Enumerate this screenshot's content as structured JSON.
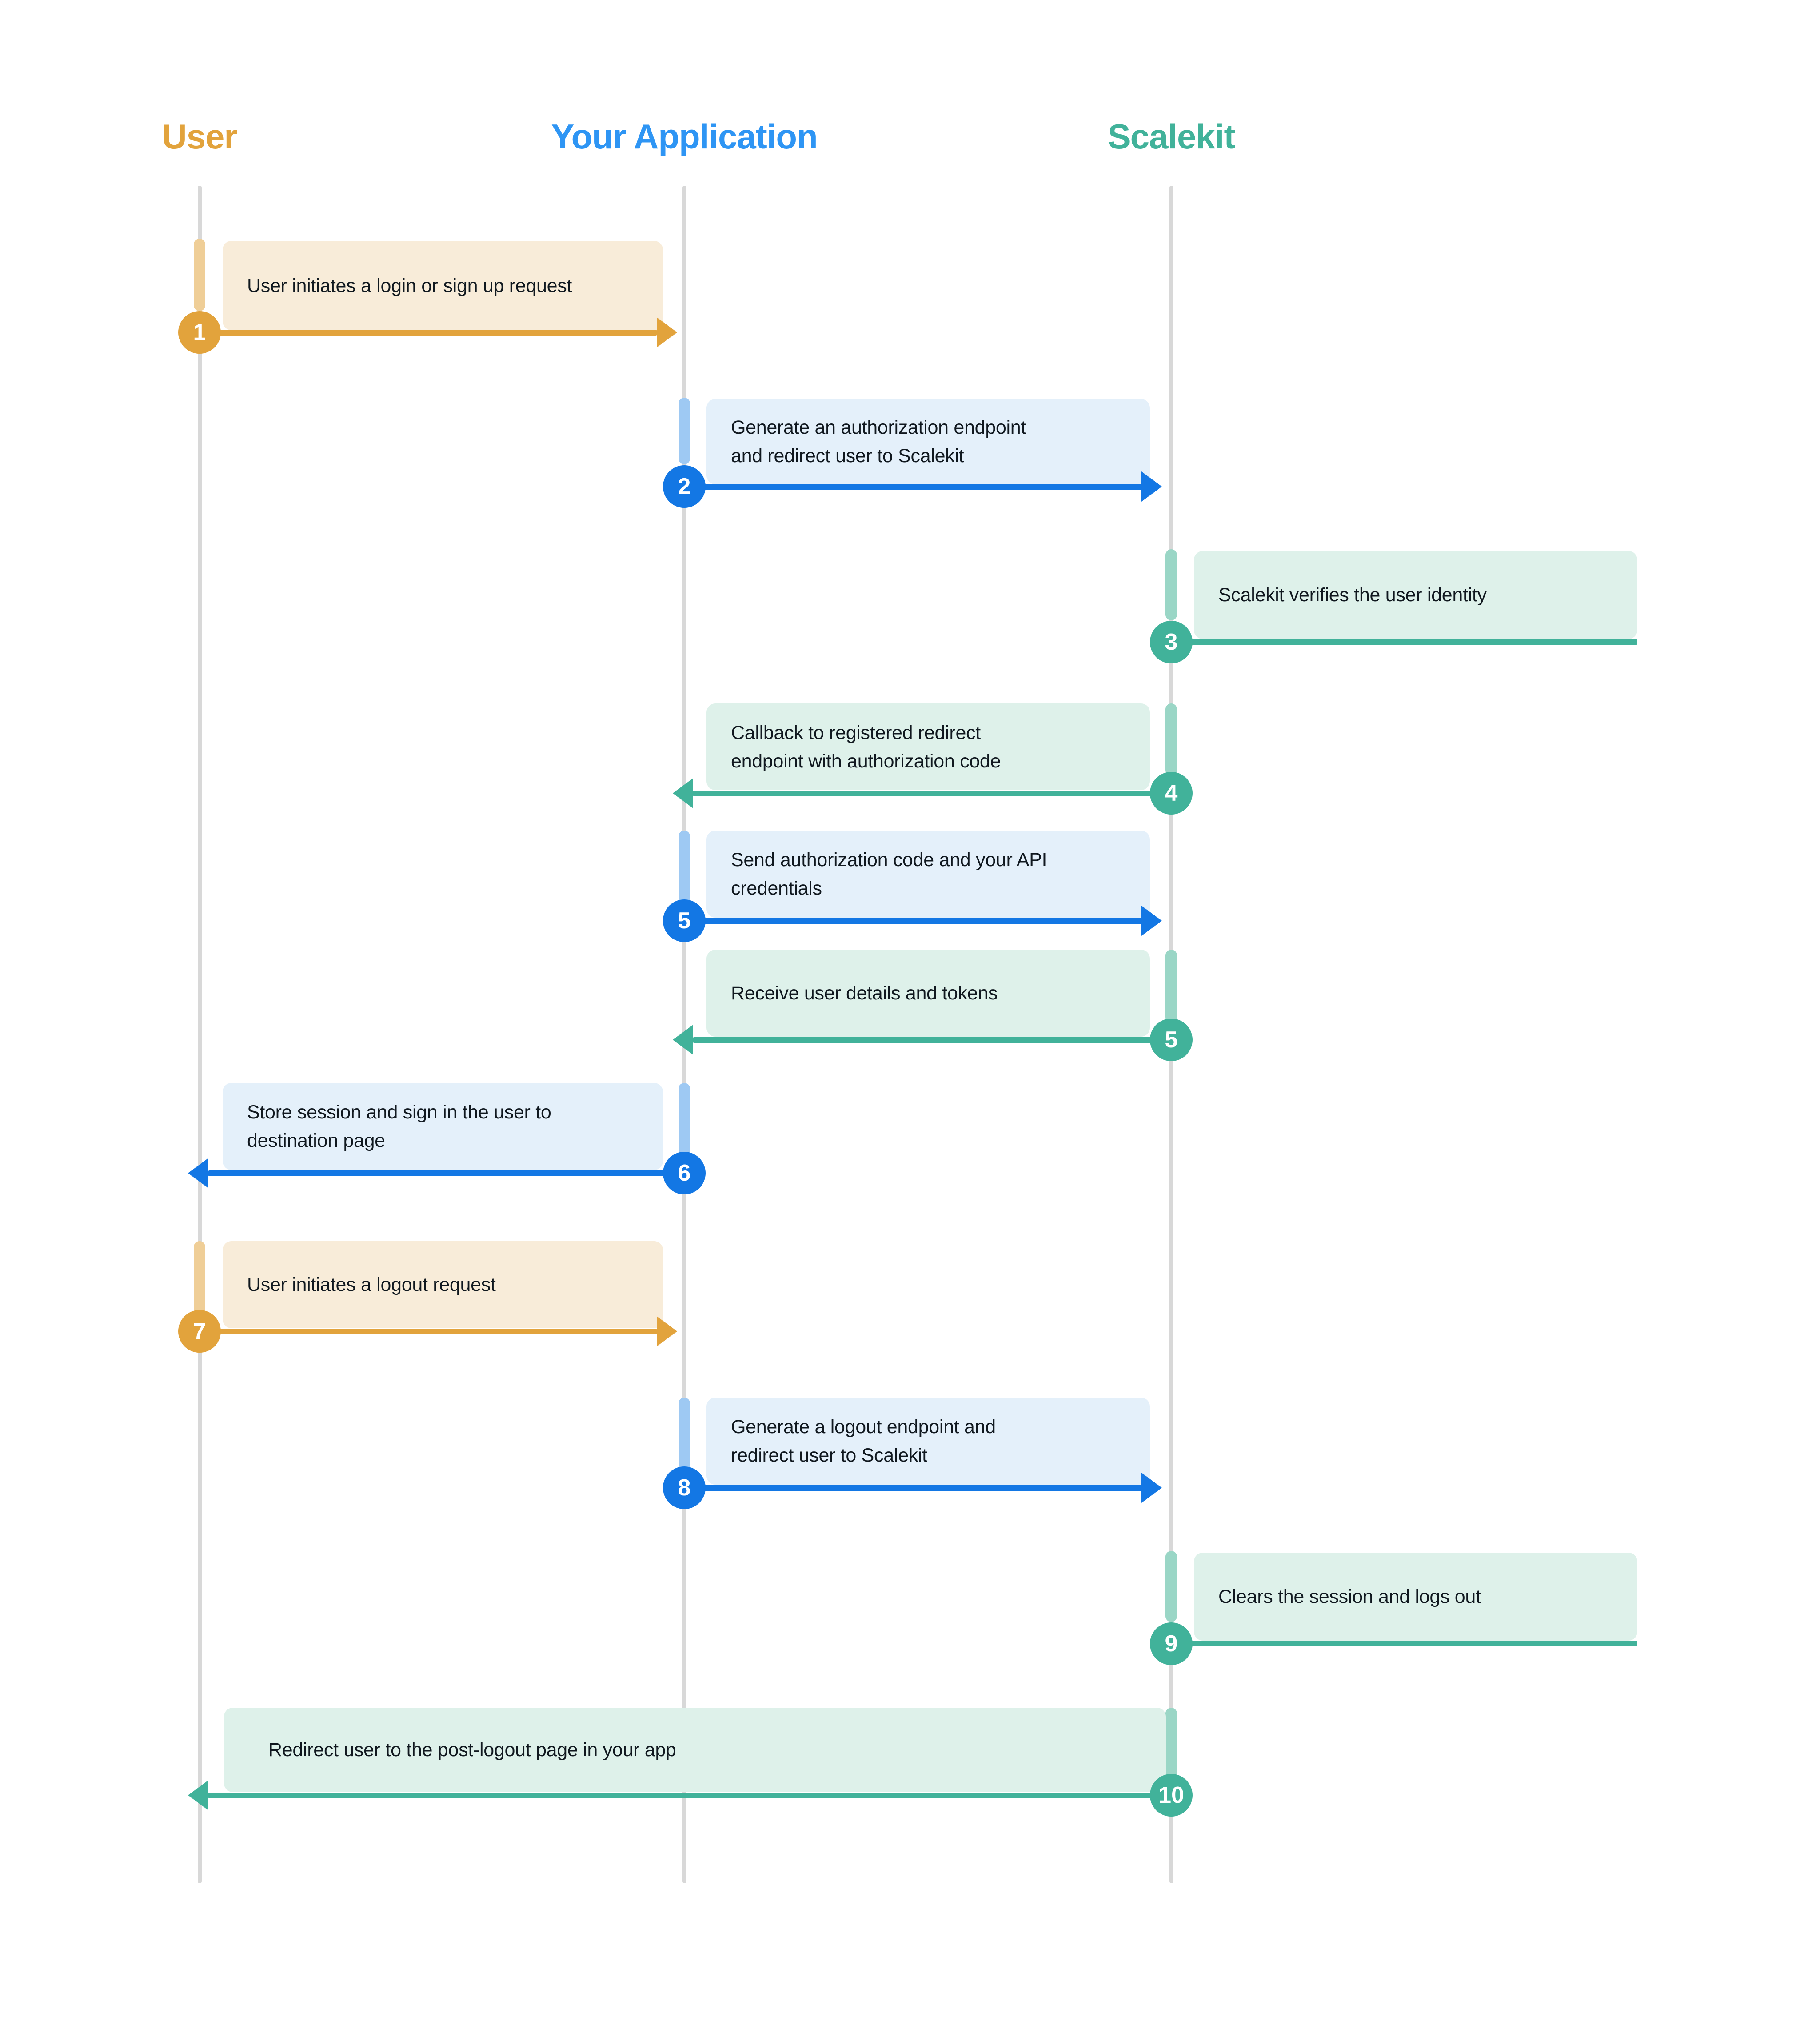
{
  "diagram": {
    "actors": [
      {
        "label": "User",
        "color": "#E2A33C"
      },
      {
        "label": "Your Application",
        "color": "#2E95F4"
      },
      {
        "label": "Scalekit",
        "color": "#41B29A"
      }
    ],
    "steps": [
      {
        "num": "1",
        "label": "User initiates a login or sign up request",
        "from": "User",
        "to": "Your Application",
        "accent": "#E2A33C"
      },
      {
        "num": "2",
        "label": "Generate an authorization endpoint\nand redirect user to Scalekit",
        "from": "Your Application",
        "to": "Scalekit",
        "accent": "#1377E4"
      },
      {
        "num": "3",
        "label": "Scalekit verifies the user identity",
        "from": "Scalekit",
        "to": "Scalekit",
        "accent": "#41B29A"
      },
      {
        "num": "4",
        "label": "Callback to registered redirect\nendpoint with authorization code",
        "from": "Scalekit",
        "to": "Your Application",
        "accent": "#41B29A"
      },
      {
        "num": "5",
        "label": "Send authorization code and your API\ncredentials",
        "from": "Your Application",
        "to": "Scalekit",
        "accent": "#1377E4"
      },
      {
        "num": "5",
        "label": "Receive user details and tokens",
        "from": "Scalekit",
        "to": "Your Application",
        "accent": "#41B29A"
      },
      {
        "num": "6",
        "label": "Store session and sign in the user to\ndestination page",
        "from": "Your Application",
        "to": "User",
        "accent": "#1377E4"
      },
      {
        "num": "7",
        "label": "User initiates a logout request",
        "from": "User",
        "to": "Your Application",
        "accent": "#E2A33C"
      },
      {
        "num": "8",
        "label": "Generate a logout endpoint and\nredirect user to Scalekit",
        "from": "Your Application",
        "to": "Scalekit",
        "accent": "#1377E4"
      },
      {
        "num": "9",
        "label": "Clears the session and logs out",
        "from": "Scalekit",
        "to": "Scalekit",
        "accent": "#41B29A"
      },
      {
        "num": "10",
        "label": "Redirect user to the post-logout page in your app",
        "from": "Scalekit",
        "to": "User",
        "accent": "#41B29A"
      }
    ],
    "colors": {
      "orange": "#E2A33C",
      "orange_activation": "#EFCE97",
      "orange_box": "#F8ECD9",
      "blue": "#1377E4",
      "blue_activation": "#9EC9F3",
      "blue_box": "#E4F0FA",
      "teal": "#41B29A",
      "teal_activation": "#9AD6C6",
      "teal_box": "#DEF1EA",
      "lifeline": "#D8D8D8",
      "text": "#10181F"
    }
  }
}
